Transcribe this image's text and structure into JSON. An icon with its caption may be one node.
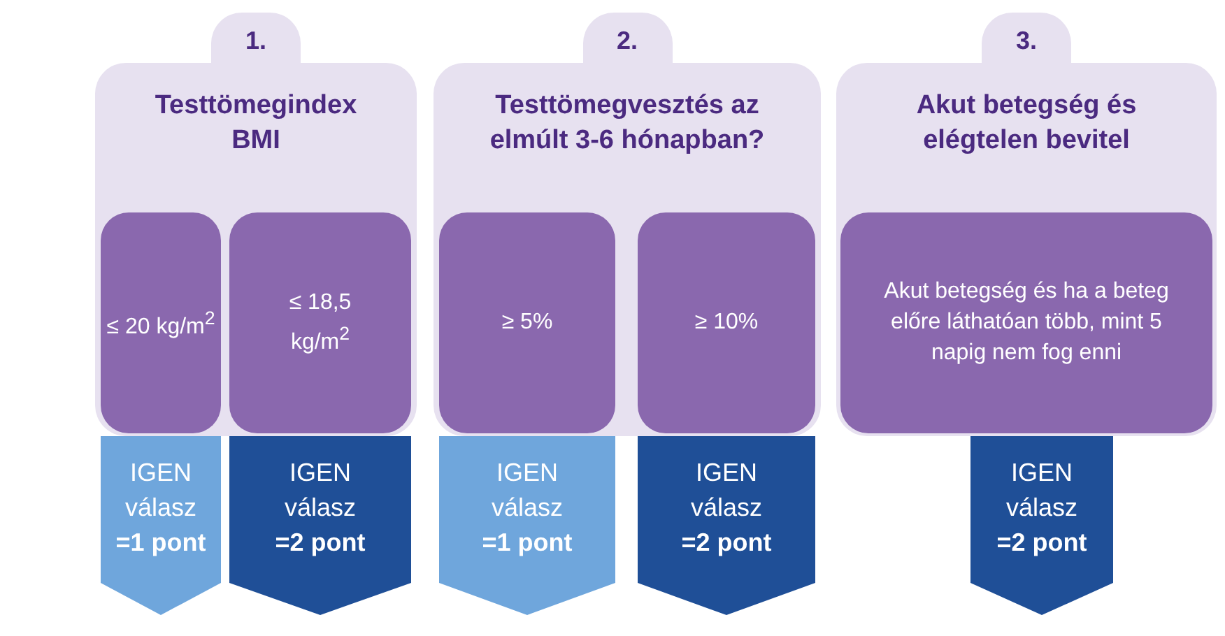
{
  "diagram": {
    "nodes": [
      {
        "text": [
          "1.",
          "Testtömegindex BMI"
        ]
      },
      {
        "text": [
          "≤ 20 kg/m$^{2}$"
        ],
        "in": 0
      },
      {
        "text": [
          "≤ 18,5 kg/m$^{2}$"
        ],
        "in": 0
      },
      {
        "text": [
          "2.",
          "Testtömegvesztés az elmúlt 3-6 hónapban?"
        ]
      },
      {
        "text": [
          "≥ 5%"
        ],
        "in": 3
      },
      {
        "text": [
          "≥ 10%"
        ],
        "in": 3
      },
      {
        "text": [
          "3.",
          "Akut betegség és elégtelen bevitel"
        ]
      },
      {
        "text": [
          "Akut betegség és ha a beteg előre láthatóan több, mint 5 napig nem fog enni"
        ],
        "in": 6
      },
      {
        "text": [
          "IGEN válasz",
          "=1 pont"
        ]
      },
      {
        "text": [
          "IGEN válasz",
          "=2 pont"
        ]
      },
      {
        "text": [
          "IGEN válasz",
          "=1 pont"
        ]
      },
      {
        "text": [
          "IGEN válasz",
          "=2 pont"
        ]
      },
      {
        "text": [
          "IGEN válasz",
          "=2 pont"
        ]
      }
    ],
    "edges": []
  }
}
